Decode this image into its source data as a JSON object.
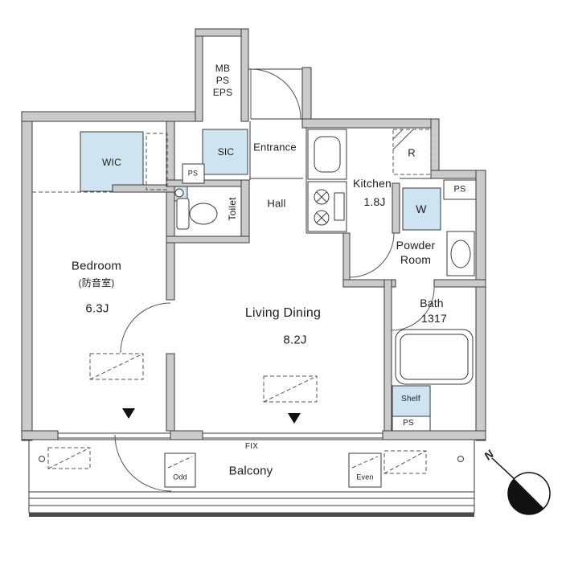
{
  "colors": {
    "accent_blue": "#cfe4f1",
    "wall_gray": "#cbcbcb",
    "line_dark": "#3a3a3a",
    "marker_black": "#111111"
  },
  "labels": {
    "shaft": {
      "line1": "MB",
      "line2": "PS",
      "line3": "EPS"
    },
    "wic": "WIC",
    "sic": "SIC",
    "ps_entry": "PS",
    "entrance": "Entrance",
    "toilet": "Toilet",
    "hall": "Hall",
    "kitchen": {
      "name": "Kitchen",
      "size": "1.8J"
    },
    "fridge": "R",
    "washer": "W",
    "ps_right": "PS",
    "powder_room": {
      "line1": "Powder",
      "line2": "Room"
    },
    "bath": {
      "name": "Bath",
      "size": "1317"
    },
    "bedroom": {
      "name": "Bedroom",
      "note": "(防音室)",
      "size": "6.3J"
    },
    "living": {
      "name": "Living Dining",
      "size": "8.2J"
    },
    "shelf": "Shelf",
    "ps_bottom": "PS",
    "fix": "FIX",
    "balcony": "Balcony",
    "unit_left": "Odd",
    "unit_right": "Even",
    "compass": "N"
  }
}
